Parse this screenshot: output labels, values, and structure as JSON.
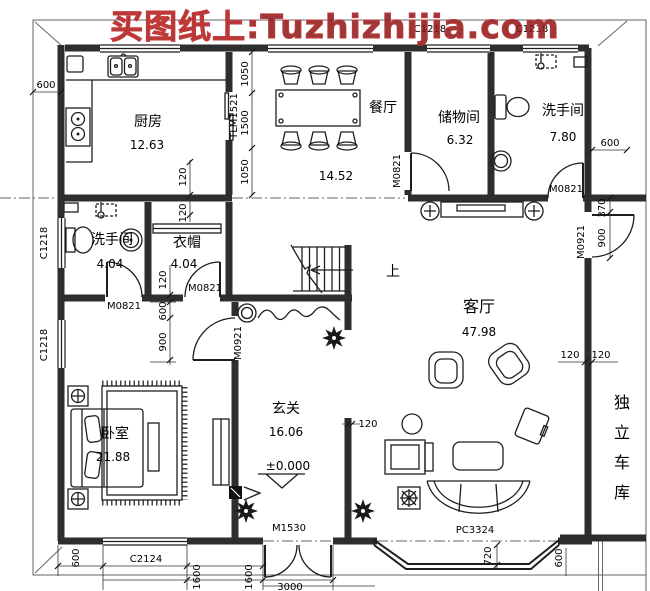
{
  "watermark": "买图纸上:Tuzhizhijia.com",
  "colors": {
    "watermark": "#8d1414",
    "linework": "#2e2e2e",
    "background": "#ffffff"
  },
  "rooms": {
    "kitchen": {
      "name": "厨房",
      "area": "12.63"
    },
    "dining": {
      "name": "餐厅",
      "area": "14.52"
    },
    "storage": {
      "name": "储物间",
      "area": "6.32"
    },
    "bath_upper": {
      "name": "洗手间",
      "area": "7.80"
    },
    "bath_lower": {
      "name": "洗手间",
      "area": "4.04"
    },
    "cloakroom": {
      "name": "衣帽",
      "area": "4.04"
    },
    "living": {
      "name": "客厅",
      "area": "47.98"
    },
    "entry": {
      "name": "玄关",
      "area": "16.06"
    },
    "bedroom": {
      "name": "卧室",
      "area": "21.88"
    },
    "garage": {
      "name": "独立车库",
      "chars": [
        "独",
        "立",
        "车",
        "库"
      ]
    }
  },
  "marks": {
    "up": "上",
    "level": "±0.000"
  },
  "openings": {
    "kitchen_sliding_door": "TLM1521",
    "storage_door": "M0821",
    "bath_upper_door": "M0821",
    "bath_lower_door": "M0821",
    "cloak_door": "M0821",
    "bedroom_door": "M0921",
    "garage_side_door": "M0921",
    "entry_door": "M1530",
    "bay_window": "PC3324",
    "top_window_1": "C1218",
    "top_window_2": "C1218",
    "left_window_1": "C1218",
    "left_window_2": "C1218",
    "bottom_window": "C2124"
  },
  "dims": {
    "exterior_left_top": "600",
    "dining_col_a": "1050",
    "dining_col_b": "1500",
    "dining_col_c": "1050",
    "kitchen_wall": "120",
    "wash_wall": "120",
    "corridor_wall": "120",
    "bedroom_door_offset": "600",
    "bedroom_door_width": "900",
    "exterior_right_top": "600",
    "garage_door_offset": "370",
    "garage_door_width": "900",
    "living_wall_a": "120",
    "living_wall_b": "120",
    "entry_wall": "120",
    "bay_depth": "720",
    "bay_side": "600",
    "bottom_left": "600",
    "bottom_1600_a": "1600",
    "bottom_1600_b": "1600",
    "bottom_3000": "3000"
  }
}
